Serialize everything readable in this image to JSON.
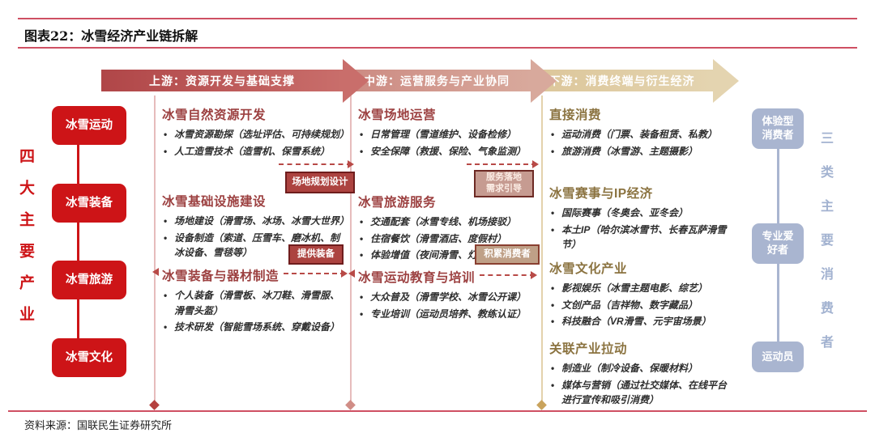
{
  "figure": {
    "title": "图表22：冰雪经济产业链拆解",
    "source": "资料来源：国联民生证券研究所"
  },
  "stages": [
    {
      "label": "上游：资源开发与基础支撑",
      "color": "#bb5052"
    },
    {
      "label": "中游：运营服务与产业协同",
      "color": "#cf8e86"
    },
    {
      "label": "下游：消费终端与衍生经济",
      "color": "#dcc69c"
    }
  ],
  "industries": {
    "label": "四大主要产业",
    "items": [
      "冰雪运动",
      "冰雪装备",
      "冰雪旅游",
      "冰雪文化"
    ]
  },
  "consumers": {
    "label": "三类主要消费者",
    "items": [
      "体验型消费者",
      "专业爱好者",
      "运动员"
    ]
  },
  "connectors": {
    "site_planning": "场地规划设计",
    "provide_equipment": "提供装备",
    "service_landing": "服务落地需求引导",
    "accumulate_consumers": "积累消费者"
  },
  "columns": [
    {
      "stage": "上游",
      "sections": [
        {
          "title": "冰雪自然资源开发",
          "bullets": [
            "冰雪资源勘探（选址评估、可持续规划）",
            "人工造雪技术（造雪机、保雪系统）"
          ]
        },
        {
          "title": "冰雪基础设施建设",
          "bullets": [
            "场地建设（滑雪场、冰场、冰雪大世界）",
            "设备制造（索道、压雪车、磨冰机、制冰设备、雪毯等）"
          ]
        },
        {
          "title": "冰雪装备与器材制造",
          "bullets": [
            "个人装备（滑雪板、冰刀鞋、滑雪服、滑雪头盔）",
            "技术研发（智能雪场系统、穿戴设备）"
          ]
        }
      ]
    },
    {
      "stage": "中游",
      "sections": [
        {
          "title": "冰雪场地运营",
          "bullets": [
            "日常管理（雪道维护、设备检修）",
            "安全保障（救援、保险、气象监测）"
          ]
        },
        {
          "title": "冰雪旅游服务",
          "bullets": [
            "交通配套（冰雪专线、机场接驳）",
            "住宿餐饮（滑雪酒店、度假村）",
            "体验增值（夜间滑雪、灯光秀）"
          ]
        },
        {
          "title": "冰雪运动教育与培训",
          "bullets": [
            "大众普及（滑雪学校、冰雪公开课）",
            "专业培训（运动员培养、教练认证）"
          ]
        }
      ]
    },
    {
      "stage": "下游",
      "sections": [
        {
          "title": "直接消费",
          "bullets": [
            "运动消费（门票、装备租赁、私教）",
            "旅游消费（冰雪游、主题摄影）"
          ]
        },
        {
          "title": "冰雪赛事与IP经济",
          "bullets": [
            "国际赛事（冬奥会、亚冬会）",
            "本土IP（哈尔滨冰雪节、长春瓦萨滑雪节）"
          ]
        },
        {
          "title": "冰雪文化产业",
          "bullets": [
            "影视娱乐（冰雪主题电影、综艺）",
            "文创产品（吉祥物、数字藏品）",
            "科技融合（VR滑雪、元宇宙场景）"
          ]
        },
        {
          "title": "关联产业拉动",
          "bullets": [
            "制造业（制冷设备、保暖材料）",
            "媒体与营销（通过社交媒体、在线平台进行宣传和吸引消费）"
          ]
        }
      ]
    }
  ]
}
